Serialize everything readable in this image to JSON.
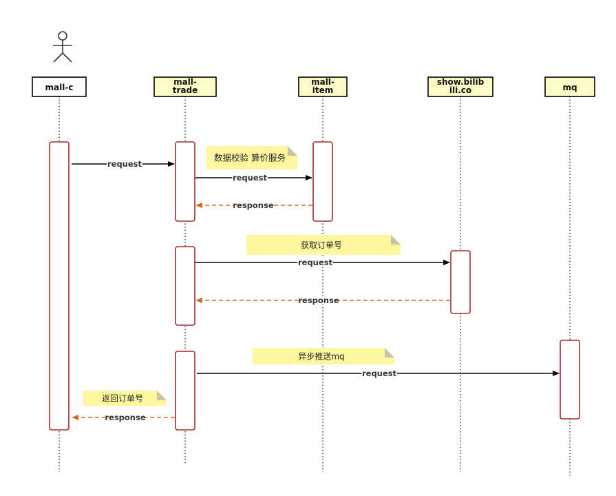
{
  "participants": [
    {
      "id": "mall-c",
      "lines": [
        "mall-c"
      ],
      "bg": "#ffffff",
      "actor": true
    },
    {
      "id": "mall-trade",
      "lines": [
        "mall-",
        "trade"
      ],
      "bg": "#fdfbc6"
    },
    {
      "id": "mall-item",
      "lines": [
        "mall-",
        "item"
      ],
      "bg": "#fdfbc6"
    },
    {
      "id": "show-bilibili",
      "lines": [
        "show.bilib",
        "ili.co"
      ],
      "bg": "#fdfbc6"
    },
    {
      "id": "mq",
      "lines": [
        "mq"
      ],
      "bg": "#fdfbc6"
    }
  ],
  "messages": [
    {
      "label": "request",
      "kind": "request"
    },
    {
      "label": "request",
      "kind": "request"
    },
    {
      "label": "response",
      "kind": "response"
    },
    {
      "label": "request",
      "kind": "request"
    },
    {
      "label": "response",
      "kind": "response"
    },
    {
      "label": "request",
      "kind": "request"
    },
    {
      "label": "response",
      "kind": "response"
    }
  ],
  "notes": [
    {
      "text": "数据校验 算价服务"
    },
    {
      "text": "获取订单号"
    },
    {
      "text": "异步推送mq"
    },
    {
      "text": "返回订单号"
    }
  ],
  "colors": {
    "activation_border": "#a52a2a",
    "response_line": "#d2691e",
    "request_line": "#000000",
    "note_bg": "#fdf8a0",
    "note_fold": "#c9c2a4",
    "header_bg": "#fdfbc6"
  }
}
